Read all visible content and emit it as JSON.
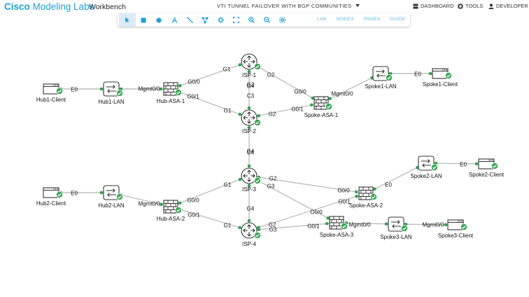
{
  "header": {
    "brand_bold": "Cisco",
    "brand_rest": " Modeling Labs",
    "workbench": "Workbench",
    "lab_title": "VTI TUNNEL FAILOVER WITH BGP COMMUNITIES",
    "nav": {
      "dashboard": "DASHBOARD",
      "tools": "TOOLS",
      "developer": "DEVELOPER"
    }
  },
  "toolbar": {
    "icons": [
      "pointer-icon",
      "square-icon",
      "circle-icon",
      "text-icon",
      "line-icon",
      "add-node-icon",
      "settings-node-icon",
      "fit-screen-icon",
      "zoom-in-icon",
      "zoom-out-icon",
      "gear-icon"
    ],
    "tabs": {
      "lab": "LAB",
      "nodes": "NODES",
      "panes": "PANES",
      "guide": "GUIDE"
    }
  },
  "colors": {
    "accent": "#1f9fd6",
    "link": "#bfbfbf",
    "port_dot": "#2ea44f",
    "status_ok": "#3aa655"
  },
  "topology": {
    "nodes": [
      {
        "id": "hub1-client",
        "label": "Hub1-Client",
        "kind": "host"
      },
      {
        "id": "hub1-lan",
        "label": "Hub1-LAN",
        "kind": "switch"
      },
      {
        "id": "hub-asa-1",
        "label": "Hub-ASA-1",
        "kind": "firewall"
      },
      {
        "id": "isp-1",
        "label": "ISP-1",
        "kind": "router"
      },
      {
        "id": "isp-2",
        "label": "ISP-2",
        "kind": "router"
      },
      {
        "id": "spoke-asa-1",
        "label": "Spoke-ASA-1",
        "kind": "firewall"
      },
      {
        "id": "spoke1-lan",
        "label": "Spoke1-LAN",
        "kind": "switch"
      },
      {
        "id": "spoke1-client",
        "label": "Spoke1-Client",
        "kind": "host"
      },
      {
        "id": "hub2-client",
        "label": "Hub2-Client",
        "kind": "host"
      },
      {
        "id": "hub2-lan",
        "label": "Hub2-LAN",
        "kind": "switch"
      },
      {
        "id": "hub-asa-2",
        "label": "Hub-ASA-2",
        "kind": "firewall"
      },
      {
        "id": "isp-3",
        "label": "ISP-3",
        "kind": "router"
      },
      {
        "id": "isp-4",
        "label": "ISP-4",
        "kind": "router"
      },
      {
        "id": "spoke-asa-2",
        "label": "Spoke-ASA-2",
        "kind": "firewall"
      },
      {
        "id": "spoke2-lan",
        "label": "Spoke2-LAN",
        "kind": "switch"
      },
      {
        "id": "spoke2-client",
        "label": "Spoke2-Client",
        "kind": "host"
      },
      {
        "id": "spoke-asa-3",
        "label": "Spoke-ASA-3",
        "kind": "firewall"
      },
      {
        "id": "spoke3-lan",
        "label": "Spoke3-LAN",
        "kind": "switch"
      },
      {
        "id": "spoke3-client",
        "label": "Spoke3-Client",
        "kind": "host"
      }
    ],
    "interface_labels": [
      "E0",
      "Mgmt0/0",
      "G0/0",
      "G0/1",
      "G1",
      "G2",
      "G3",
      "G4",
      "G4",
      "C3",
      "C4",
      "G0/0",
      "Mgmt0/0",
      "G0/1",
      "G1",
      "G2",
      "E0",
      "E0",
      "Mgmt0/0",
      "G0/0",
      "G0/1",
      "G1",
      "G2",
      "G3",
      "G4",
      "G1",
      "G2",
      "G3",
      "G0/0",
      "G0/1",
      "G0/0",
      "G0/1",
      "Mgmt0/0",
      "E0",
      "Mgmt0/0",
      "E0"
    ]
  }
}
